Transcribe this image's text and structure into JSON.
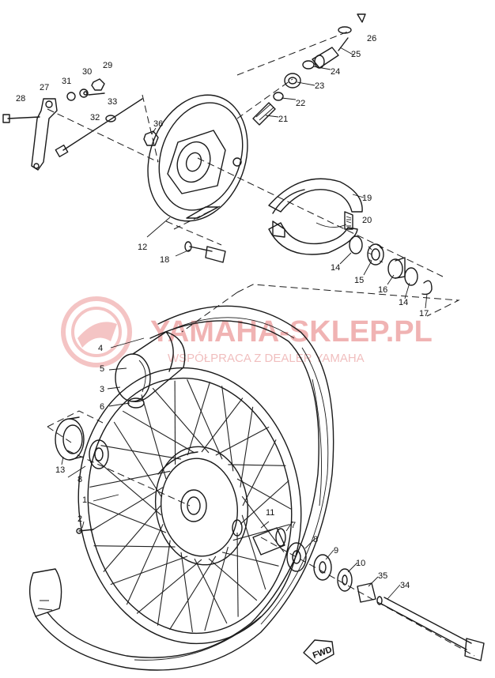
{
  "watermark": {
    "brand": "YAMAHA-SKLEP.PL",
    "subtitle": "WSPÓŁPRACA Z DEALER YAMAHA",
    "color": "#e05858"
  },
  "fwd_label": "FWD",
  "callouts": [
    "1",
    "2",
    "3",
    "4",
    "5",
    "6",
    "7",
    "8",
    "8",
    "9",
    "10",
    "11",
    "12",
    "13",
    "14",
    "14",
    "15",
    "16",
    "17",
    "18",
    "19",
    "20",
    "21",
    "22",
    "23",
    "24",
    "25",
    "26",
    "27",
    "28",
    "29",
    "30",
    "31",
    "32",
    "33",
    "34",
    "35",
    "36"
  ],
  "colors": {
    "line": "#1a1a1a",
    "background": "#ffffff"
  }
}
